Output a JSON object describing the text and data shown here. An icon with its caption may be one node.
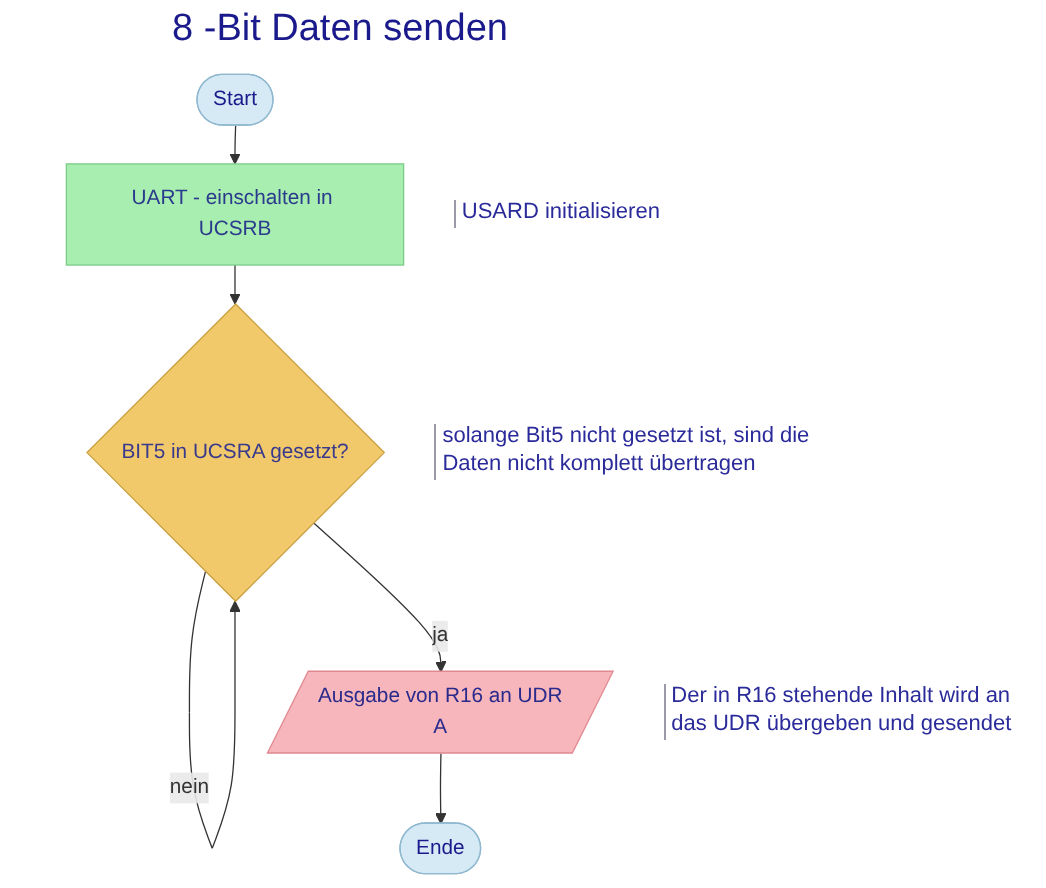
{
  "diagram": {
    "title": "8 -Bit Daten senden",
    "nodes": [
      {
        "text": [
          "Start"
        ]
      },
      {
        "text": [
          "UART - einschalten in UCSRB"
        ],
        "beside": [
          "USARD initialisieren"
        ]
      },
      {
        "text": [
          "BIT5 in UCSRA gesetzt?"
        ],
        "beside": [
          "solange Bit5 nicht gesetzt ist, sind die Daten nicht komplett übertragen"
        ]
      },
      {
        "text": [
          "Ausgabe von R16 an UDR",
          "A"
        ],
        "beside": [
          "Der in R16 stehende Inhalt wird an das UDR übergeben und gesendet"
        ]
      },
      {
        "text": [
          "Ende"
        ]
      }
    ],
    "edges": [
      {
        "from": 0,
        "to": 1,
        "arrow": "to"
      },
      {
        "from": 1,
        "to": 2,
        "arrow": "to"
      },
      {
        "from": 2,
        "to": 2,
        "label": "nein",
        "arrow": "to"
      },
      {
        "from": 2,
        "to": 3,
        "label": "ja",
        "arrow": "to"
      },
      {
        "from": 3,
        "to": 4,
        "arrow": "to"
      }
    ]
  }
}
